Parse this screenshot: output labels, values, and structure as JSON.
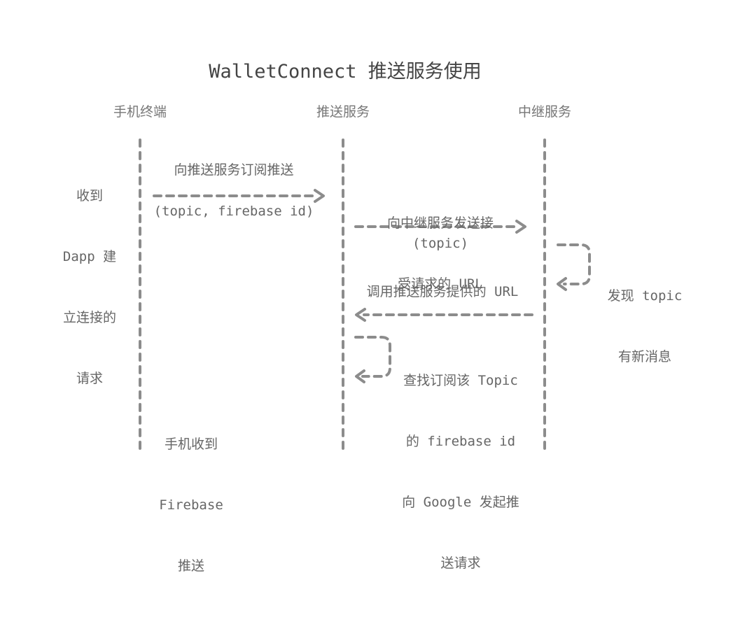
{
  "title": "WalletConnect 推送服务使用",
  "lanes": [
    {
      "label": "手机终端"
    },
    {
      "label": "推送服务"
    },
    {
      "label": "中继服务"
    }
  ],
  "notes": {
    "phone_receive_request": [
      "收到",
      "Dapp 建",
      "立连接的",
      "请求"
    ],
    "phone_receive_push": [
      "手机收到",
      "Firebase",
      "推送"
    ],
    "relay_found_topic": [
      "发现 topic",
      "有新消息"
    ],
    "push_lookup": [
      "查找订阅该 Topic",
      "的 firebase id",
      "向 Google 发起推",
      "送请求"
    ]
  },
  "messages": {
    "subscribe": [
      "向推送服务订阅推送",
      "(topic, firebase id)"
    ],
    "register_url": [
      "向中继服务发送接",
      "受请求的 URL",
      "(topic)"
    ],
    "call_url": [
      "调用推送服务提供的 URL"
    ]
  },
  "colors": {
    "line": "#8c8c8c",
    "text": "#666666",
    "title": "#444444"
  }
}
